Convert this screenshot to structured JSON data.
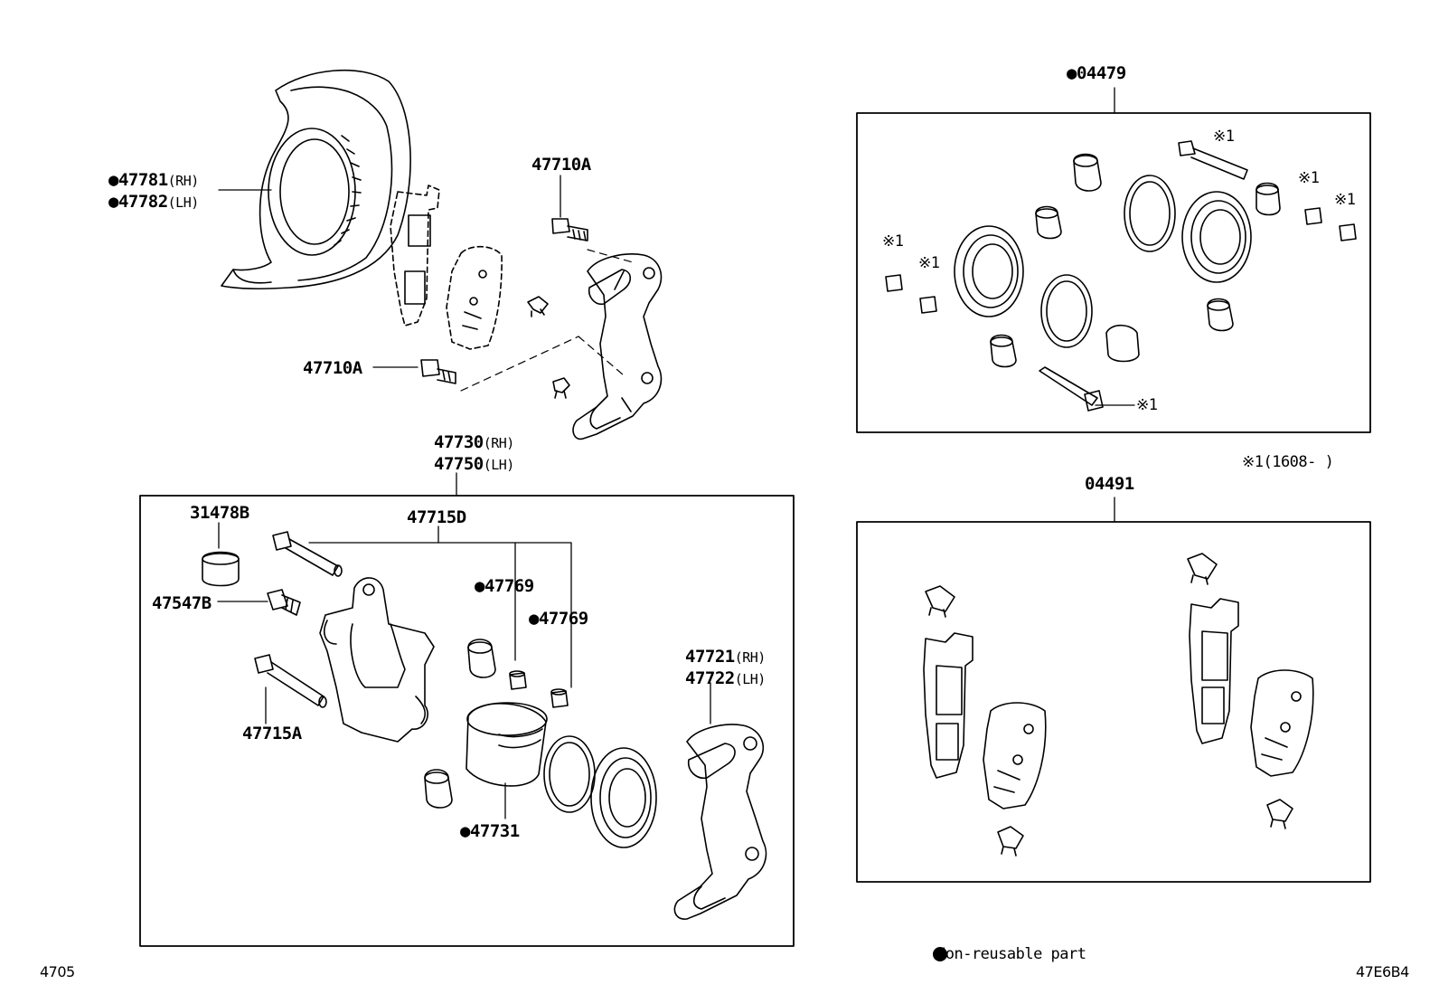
{
  "parts": {
    "shield_rh": "●47781",
    "shield_rh_side": "(RH)",
    "shield_lh": "●47782",
    "shield_lh_side": "(LH)",
    "bolt_top": "47710A",
    "bolt_mid": "47710A",
    "caliper_rh": "47730",
    "caliper_rh_side": "(RH)",
    "caliper_lh": "47750",
    "caliper_lh_side": "(LH)",
    "cap": "31478B",
    "pin_set": "47715D",
    "bleeder": "47547B",
    "bush_1": "●47769",
    "bush_2": "●47769",
    "pin_lower": "47715A",
    "piston": "●47731",
    "mount_rh": "47721",
    "mount_rh_side": "(RH)",
    "mount_lh": "47722",
    "mount_lh_side": "(LH)",
    "seal_kit": "●04479",
    "pad_kit": "04491",
    "ref_mark": "※1",
    "ref_note": "※1(1608-     )",
    "legend": "● Non-reusable part",
    "footer_left": "4705",
    "footer_right": "47E6B4"
  }
}
